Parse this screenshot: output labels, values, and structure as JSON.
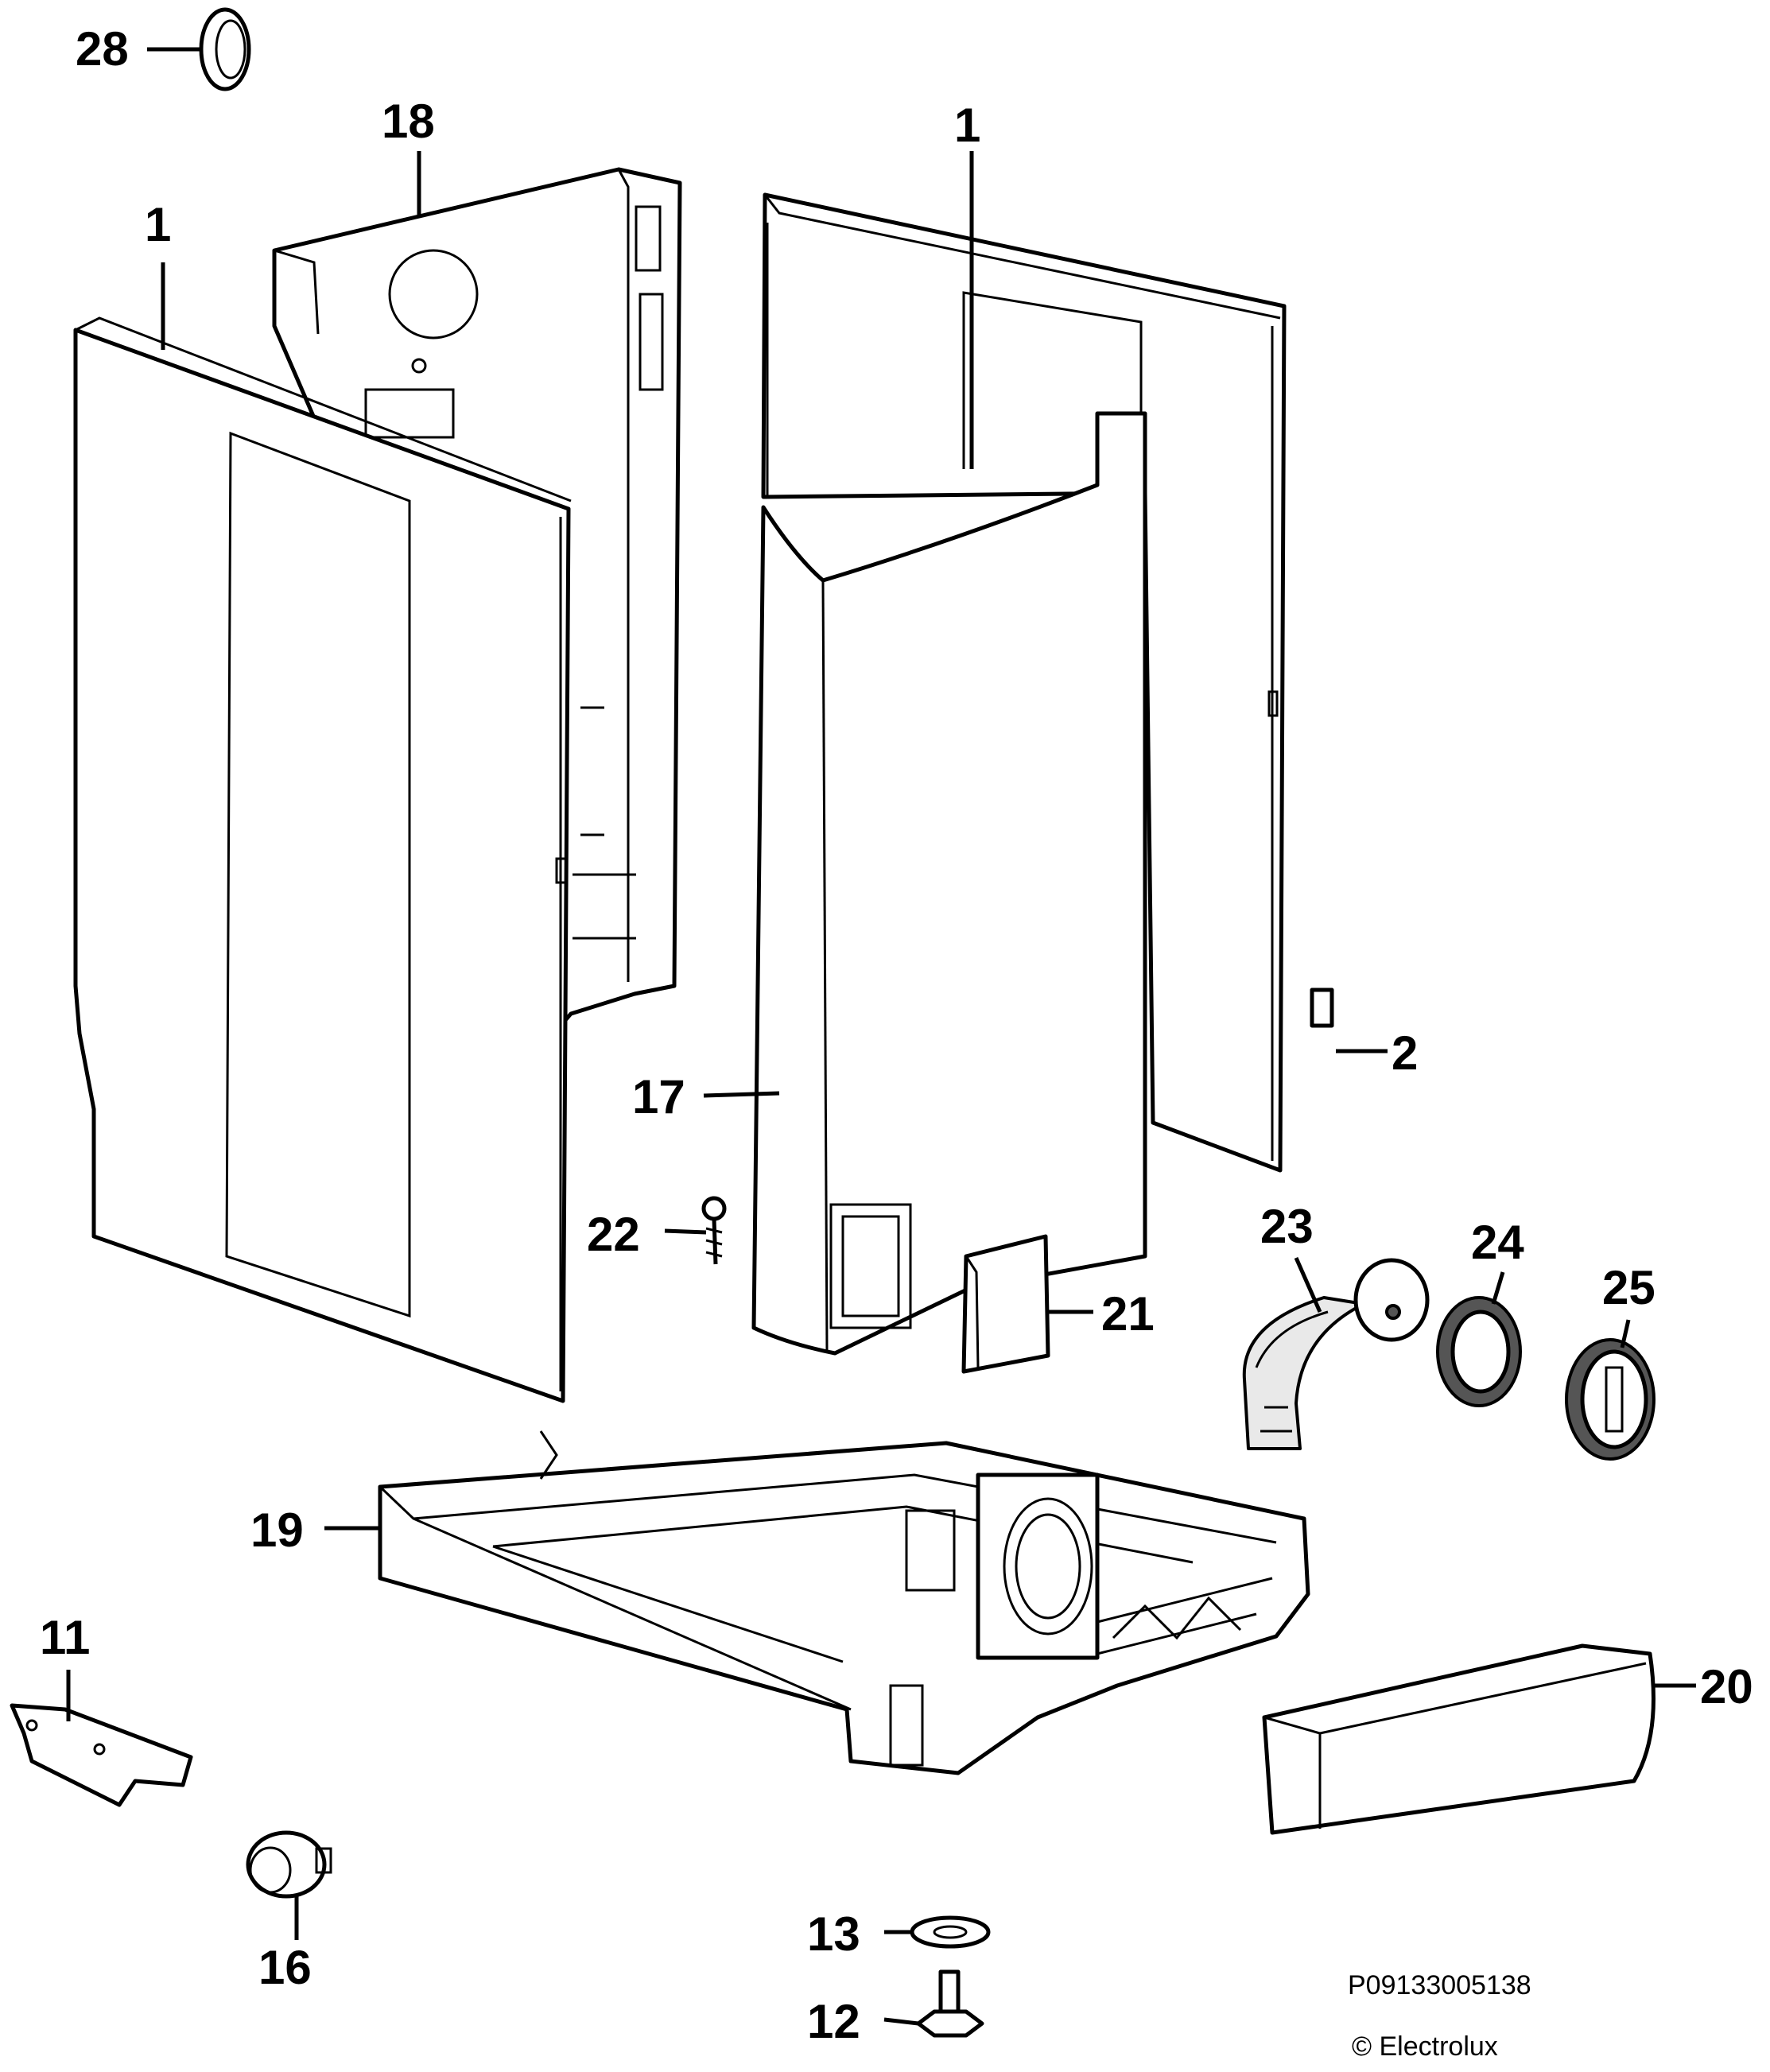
{
  "diagram": {
    "labels": [
      {
        "id": "28",
        "text": "28"
      },
      {
        "id": "18",
        "text": "18"
      },
      {
        "id": "1a",
        "text": "1"
      },
      {
        "id": "1b",
        "text": "1"
      },
      {
        "id": "2",
        "text": "2"
      },
      {
        "id": "17",
        "text": "17"
      },
      {
        "id": "22",
        "text": "22"
      },
      {
        "id": "23",
        "text": "23"
      },
      {
        "id": "24",
        "text": "24"
      },
      {
        "id": "25",
        "text": "25"
      },
      {
        "id": "21",
        "text": "21"
      },
      {
        "id": "19",
        "text": "19"
      },
      {
        "id": "11",
        "text": "11"
      },
      {
        "id": "20",
        "text": "20"
      },
      {
        "id": "16",
        "text": "16"
      },
      {
        "id": "13",
        "text": "13"
      },
      {
        "id": "12",
        "text": "12"
      }
    ],
    "reference_code": "P09133005138",
    "copyright": "© Electrolux"
  }
}
